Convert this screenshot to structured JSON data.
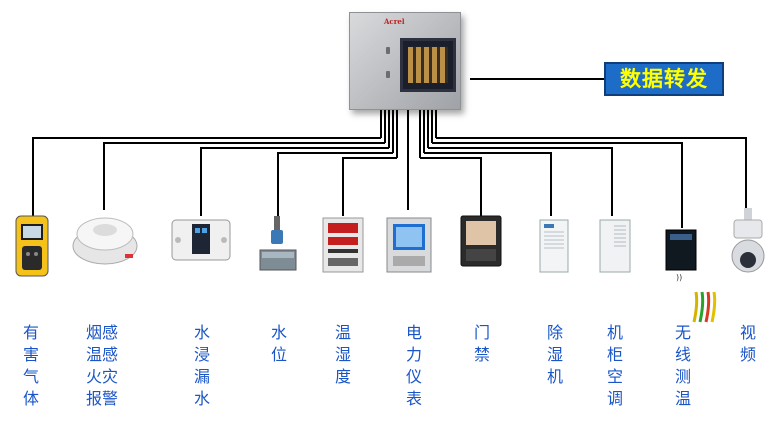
{
  "hub": {
    "brand": "Acrel",
    "forward_label": "数据转发"
  },
  "devices": [
    {
      "key": "gas",
      "lines": [
        "有",
        "害",
        "气",
        "体"
      ]
    },
    {
      "key": "smoke",
      "lines": [
        "烟感",
        "温感",
        "火灾",
        "报警"
      ]
    },
    {
      "key": "water-leak",
      "lines": [
        "水",
        "浸",
        "漏",
        "水"
      ]
    },
    {
      "key": "water-level",
      "lines": [
        "水",
        "位"
      ]
    },
    {
      "key": "temp-humidity",
      "lines": [
        "温",
        "湿",
        "度"
      ]
    },
    {
      "key": "power-meter",
      "lines": [
        "电",
        "力",
        "仪",
        "表"
      ]
    },
    {
      "key": "access",
      "lines": [
        "门",
        "禁"
      ]
    },
    {
      "key": "dehumidifier",
      "lines": [
        "除",
        "湿",
        "机"
      ]
    },
    {
      "key": "cabinet-ac",
      "lines": [
        "机",
        "柜",
        "空",
        "调"
      ]
    },
    {
      "key": "wireless-temp",
      "lines": [
        "无",
        "线",
        "测",
        "温"
      ]
    },
    {
      "key": "video",
      "lines": [
        "视",
        "频"
      ]
    }
  ]
}
